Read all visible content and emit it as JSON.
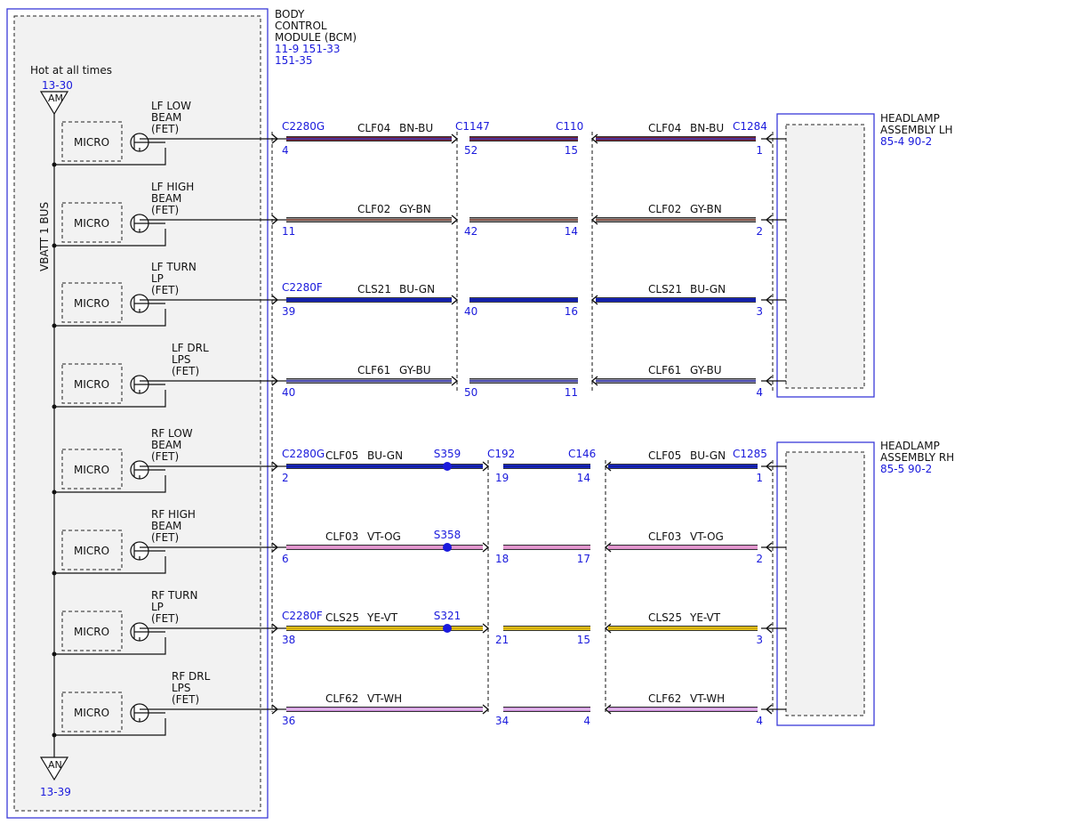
{
  "bcm": {
    "title_lines": [
      "BODY",
      "CONTROL",
      "MODULE (BCM)"
    ],
    "ref_lines": [
      "11-9   151-33",
      "151-35"
    ]
  },
  "hot_label": "Hot at all times",
  "fuse_top": {
    "label": "AM",
    "ref": "13-30"
  },
  "fuse_bottom": {
    "label": "AN",
    "ref": "13-39"
  },
  "bus_label": "VBATT 1 BUS",
  "micro_label": "MICRO",
  "headlamp_lh": {
    "title_lines": [
      "HEADLAMP",
      "ASSEMBLY LH"
    ],
    "ref": "85-4   90-2"
  },
  "headlamp_rh": {
    "title_lines": [
      "HEADLAMP",
      "ASSEMBLY RH"
    ],
    "ref": "85-5   90-2"
  },
  "colors": {
    "BN-BU": [
      "#7a1d2e",
      "#3a3ab8"
    ],
    "GY-BN": [
      "#8a8a8a",
      "#8b4a3a"
    ],
    "BU-GN": [
      "#1a28c8",
      "#0e1a90"
    ],
    "GY-BU": [
      "#8a8aa0",
      "#3a3ab8"
    ],
    "VT-OG": [
      "#d98ac8",
      "#e8a0d0"
    ],
    "YE-VT": [
      "#e8c818",
      "#c8a010"
    ],
    "VT-WH": [
      "#c888d8",
      "#e8c8ee"
    ]
  },
  "circuits": [
    {
      "fet": [
        "LF LOW",
        "BEAM",
        "(FET)"
      ],
      "bcm_connector": "C2280G",
      "bcm_pin": "4",
      "left_circuit": "CLF04",
      "left_color": "BN-BU",
      "mid_in_connector": "C1147",
      "mid_in_pin": "52",
      "mid_out_connector": "C110",
      "mid_out_pin": "15",
      "splice": "",
      "right_circuit": "CLF04",
      "right_color": "BN-BU",
      "lamp_connector": "C1284",
      "lamp_pin": "1"
    },
    {
      "fet": [
        "LF HIGH",
        "BEAM",
        "(FET)"
      ],
      "bcm_connector": "",
      "bcm_pin": "11",
      "left_circuit": "CLF02",
      "left_color": "GY-BN",
      "mid_in_connector": "",
      "mid_in_pin": "42",
      "mid_out_connector": "",
      "mid_out_pin": "14",
      "splice": "",
      "right_circuit": "CLF02",
      "right_color": "GY-BN",
      "lamp_connector": "",
      "lamp_pin": "2"
    },
    {
      "fet": [
        "LF TURN",
        "LP",
        "(FET)"
      ],
      "bcm_connector": "C2280F",
      "bcm_pin": "39",
      "left_circuit": "CLS21",
      "left_color": "BU-GN",
      "mid_in_connector": "",
      "mid_in_pin": "40",
      "mid_out_connector": "",
      "mid_out_pin": "16",
      "splice": "",
      "right_circuit": "CLS21",
      "right_color": "BU-GN",
      "lamp_connector": "",
      "lamp_pin": "3"
    },
    {
      "fet": [
        "LF DRL",
        "LPS",
        "(FET)"
      ],
      "bcm_connector": "",
      "bcm_pin": "40",
      "left_circuit": "CLF61",
      "left_color": "GY-BU",
      "mid_in_connector": "",
      "mid_in_pin": "50",
      "mid_out_connector": "",
      "mid_out_pin": "11",
      "splice": "",
      "right_circuit": "CLF61",
      "right_color": "GY-BU",
      "lamp_connector": "",
      "lamp_pin": "4"
    },
    {
      "fet": [
        "RF LOW",
        "BEAM",
        "(FET)"
      ],
      "bcm_connector": "C2280G",
      "bcm_pin": "2",
      "left_circuit": "CLF05",
      "left_color": "BU-GN",
      "mid_in_connector": "C192",
      "mid_in_pin": "19",
      "mid_out_connector": "C146",
      "mid_out_pin": "14",
      "splice": "S359",
      "right_circuit": "CLF05",
      "right_color": "BU-GN",
      "lamp_connector": "C1285",
      "lamp_pin": "1"
    },
    {
      "fet": [
        "RF HIGH",
        "BEAM",
        "(FET)"
      ],
      "bcm_connector": "",
      "bcm_pin": "6",
      "left_circuit": "CLF03",
      "left_color": "VT-OG",
      "mid_in_connector": "",
      "mid_in_pin": "18",
      "mid_out_connector": "",
      "mid_out_pin": "17",
      "splice": "S358",
      "right_circuit": "CLF03",
      "right_color": "VT-OG",
      "lamp_connector": "",
      "lamp_pin": "2"
    },
    {
      "fet": [
        "RF TURN",
        "LP",
        "(FET)"
      ],
      "bcm_connector": "C2280F",
      "bcm_pin": "38",
      "left_circuit": "CLS25",
      "left_color": "YE-VT",
      "mid_in_connector": "",
      "mid_in_pin": "21",
      "mid_out_connector": "",
      "mid_out_pin": "15",
      "splice": "S321",
      "right_circuit": "CLS25",
      "right_color": "YE-VT",
      "lamp_connector": "",
      "lamp_pin": "3"
    },
    {
      "fet": [
        "RF DRL",
        "LPS",
        "(FET)"
      ],
      "bcm_connector": "",
      "bcm_pin": "36",
      "left_circuit": "CLF62",
      "left_color": "VT-WH",
      "mid_in_connector": "",
      "mid_in_pin": "34",
      "mid_out_connector": "",
      "mid_out_pin": "4",
      "splice": "",
      "right_circuit": "CLF62",
      "right_color": "VT-WH",
      "lamp_connector": "",
      "lamp_pin": "4"
    }
  ]
}
